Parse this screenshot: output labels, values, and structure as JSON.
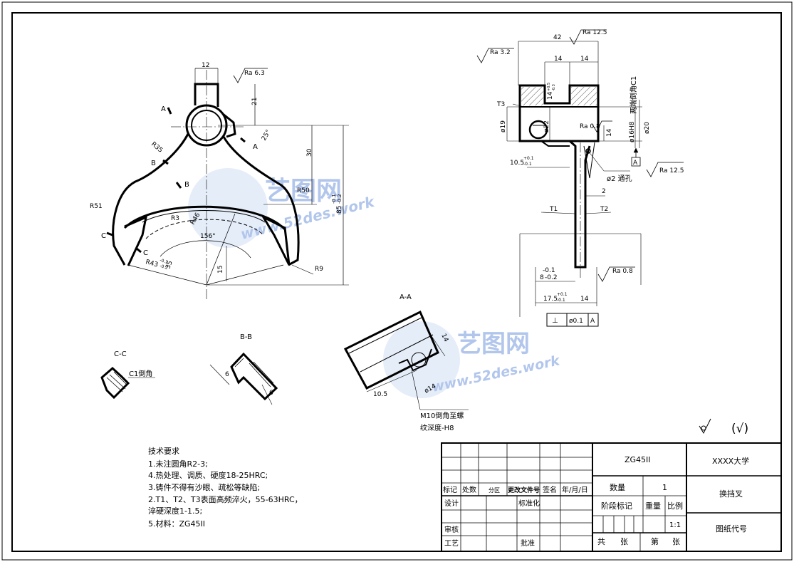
{
  "colors": {
    "ink": "#000000",
    "watermark": "#9fb8e8",
    "paper": "#ffffff"
  },
  "front_view": {
    "dims": [
      "12",
      "21",
      "25°",
      "30",
      "R35",
      "R50",
      "R51",
      "R3",
      "R46",
      "156°",
      "R43",
      "35",
      "15",
      "R9",
      "85",
      "-0.1",
      "-0.2"
    ],
    "r43_tol": [
      "-0.1",
      "-0.2"
    ],
    "roughness": "Ra 6.3",
    "section_marks": [
      "A",
      "A",
      "B",
      "B",
      "C",
      "C"
    ]
  },
  "side_view": {
    "dims": [
      "42",
      "14",
      "14",
      "ø19",
      "ø22",
      "14",
      "10.5",
      "+0.1",
      "-0.1",
      "2",
      "-0.1",
      "8",
      "-0.2",
      "17.5",
      "+0.1",
      "-0.1",
      "14"
    ],
    "roughness": [
      "Ra 12.5",
      "Ra 3.2",
      "Ra 0.8",
      "Ra 12.5",
      "Ra 0.8"
    ],
    "labels": [
      "T3",
      "T1",
      "T2"
    ],
    "slot_dim": "14",
    "slot_tol": [
      "+0.5",
      "-0.3"
    ],
    "chamfer_note": "两端倒角C1",
    "bore_dim": "ø16H8",
    "outer_dim": "ø20",
    "datum": "A",
    "hole_note": "ø2 通孔",
    "gdt": {
      "symbol": "⊥",
      "tolerance": "ø0.1",
      "datum": "A"
    }
  },
  "section_cc": {
    "title": "C-C",
    "note": "C1倒角"
  },
  "section_bb": {
    "title": "B-B",
    "dims": [
      "6",
      "6"
    ]
  },
  "section_aa": {
    "title": "A-A",
    "dims": [
      "14",
      "10.5",
      "ø14"
    ],
    "note_line1": "M10倒角至螺",
    "note_line2": "纹深度-H8"
  },
  "watermark": {
    "brand": "艺图网",
    "url": "www.52des.work"
  },
  "surface_finish_note": {
    "other": "(√)"
  },
  "tech_requirements": {
    "title": "技术要求",
    "items": [
      "1.未注圆角R2-3;",
      "4.热处理、调质、硬度18-25HRC;",
      "3.铸件不得有沙眼、疏松等缺陷;",
      "2.T1、T2、T3表面高频淬火，55-63HRC，",
      "淬硬深度1-1.5;",
      "5.材料：ZG45II"
    ]
  },
  "title_block": {
    "material": "ZG45II",
    "school": "XXXX大学",
    "part_name": "换挡叉",
    "qty_label": "数量",
    "qty": "1",
    "stage_label": "阶段标记",
    "weight_label": "重量",
    "scale_label": "比例",
    "scale": "1:1",
    "drawing_no": "图纸代号",
    "sheets_total": "共",
    "sheets_unit1": "张",
    "sheet_no": "第",
    "sheets_unit2": "张",
    "rev_headers": [
      "标记",
      "处数",
      "分区",
      "更改文件号",
      "签名",
      "年/月/日"
    ],
    "design": "设计",
    "standard": "标准化",
    "review": "审核",
    "process": "工艺",
    "approve": "批准"
  }
}
